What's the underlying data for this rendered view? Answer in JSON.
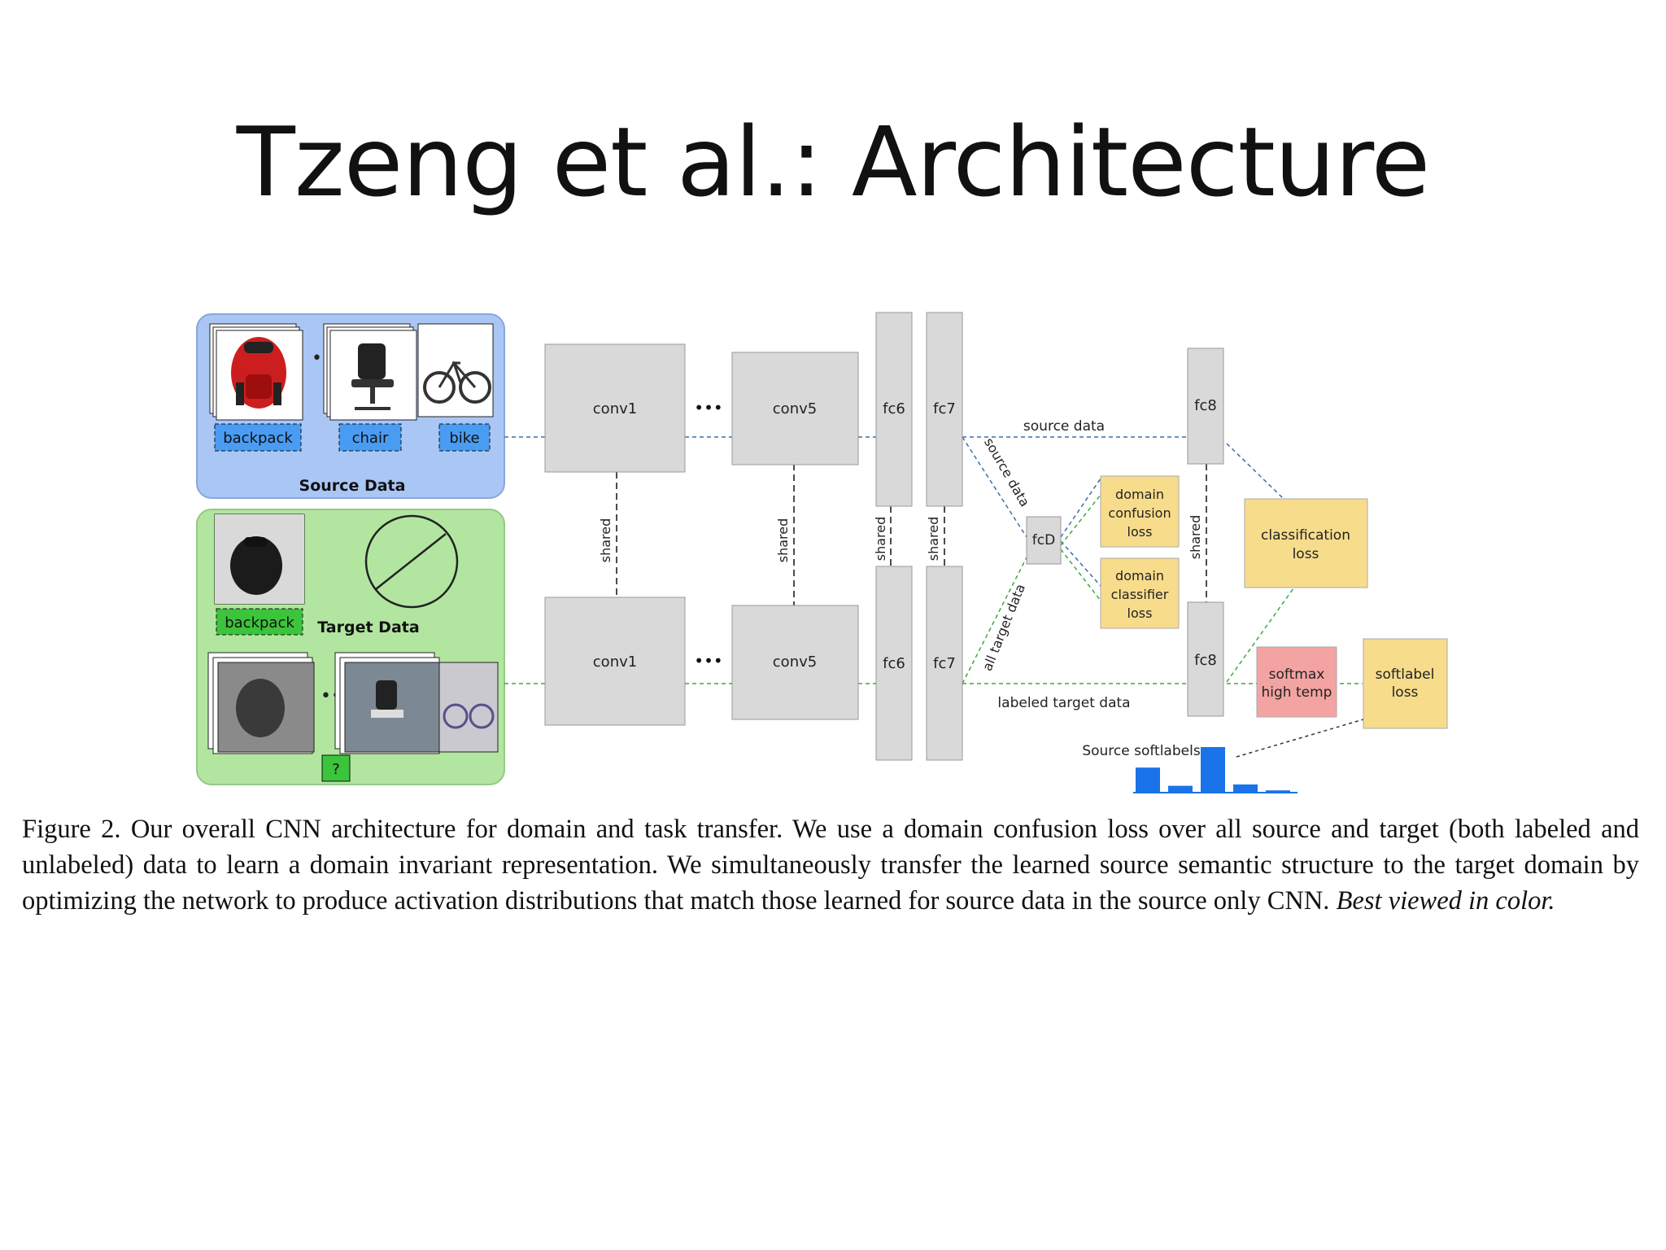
{
  "slide": {
    "title": "Tzeng et al.:  Architecture"
  },
  "diagram": {
    "source_panel": {
      "title": "Source Data",
      "labels": [
        "backpack",
        "chair",
        "bike"
      ]
    },
    "target_panel": {
      "title": "Target Data",
      "labeled_label": "backpack",
      "unlabeled_label": "?"
    },
    "layers": {
      "conv1": "conv1",
      "conv5": "conv5",
      "fc6": "fc6",
      "fc7": "fc7",
      "fc8": "fc8",
      "fcD": "fcD"
    },
    "shared_label": "shared",
    "ellipsis": "•••",
    "flows": {
      "source_data": "source data",
      "source_data_diag": "source data",
      "all_target_data": "all target data",
      "labeled_target_data": "labeled target data"
    },
    "losses": {
      "domain_confusion": [
        "domain",
        "confusion",
        "loss"
      ],
      "domain_classifier": [
        "domain",
        "classifier",
        "loss"
      ],
      "classification": [
        "classification",
        "loss"
      ],
      "softmax": [
        "softmax",
        "high temp"
      ],
      "softlabel": [
        "softlabel",
        "loss"
      ]
    },
    "softlabels_label": "Source softlabels",
    "softlabels_bars": [
      0.55,
      0.15,
      1.0,
      0.18,
      0.05
    ],
    "colors": {
      "source_panel": "#a9c6f5",
      "target_panel": "#b2e6a0",
      "layer_box": "#d9d9d9",
      "loss_box": "#f7dc8c",
      "softmax_box": "#f4a3a3",
      "source_label": "#4a9cf2",
      "target_label": "#3cc43c",
      "source_line": "#3b6fa8",
      "target_line": "#3aaa3a",
      "bar": "#1a73e8"
    }
  },
  "caption": {
    "text": "Figure 2. Our overall CNN architecture for domain and task transfer. We use a domain confusion loss over all source and target (both labeled and unlabeled) data to learn a domain invariant representation. We simultaneously transfer the learned source semantic structure to the target domain by optimizing the network to produce activation distributions that match those learned for source data in the source only CNN.",
    "italic_tail": "Best viewed in color."
  }
}
